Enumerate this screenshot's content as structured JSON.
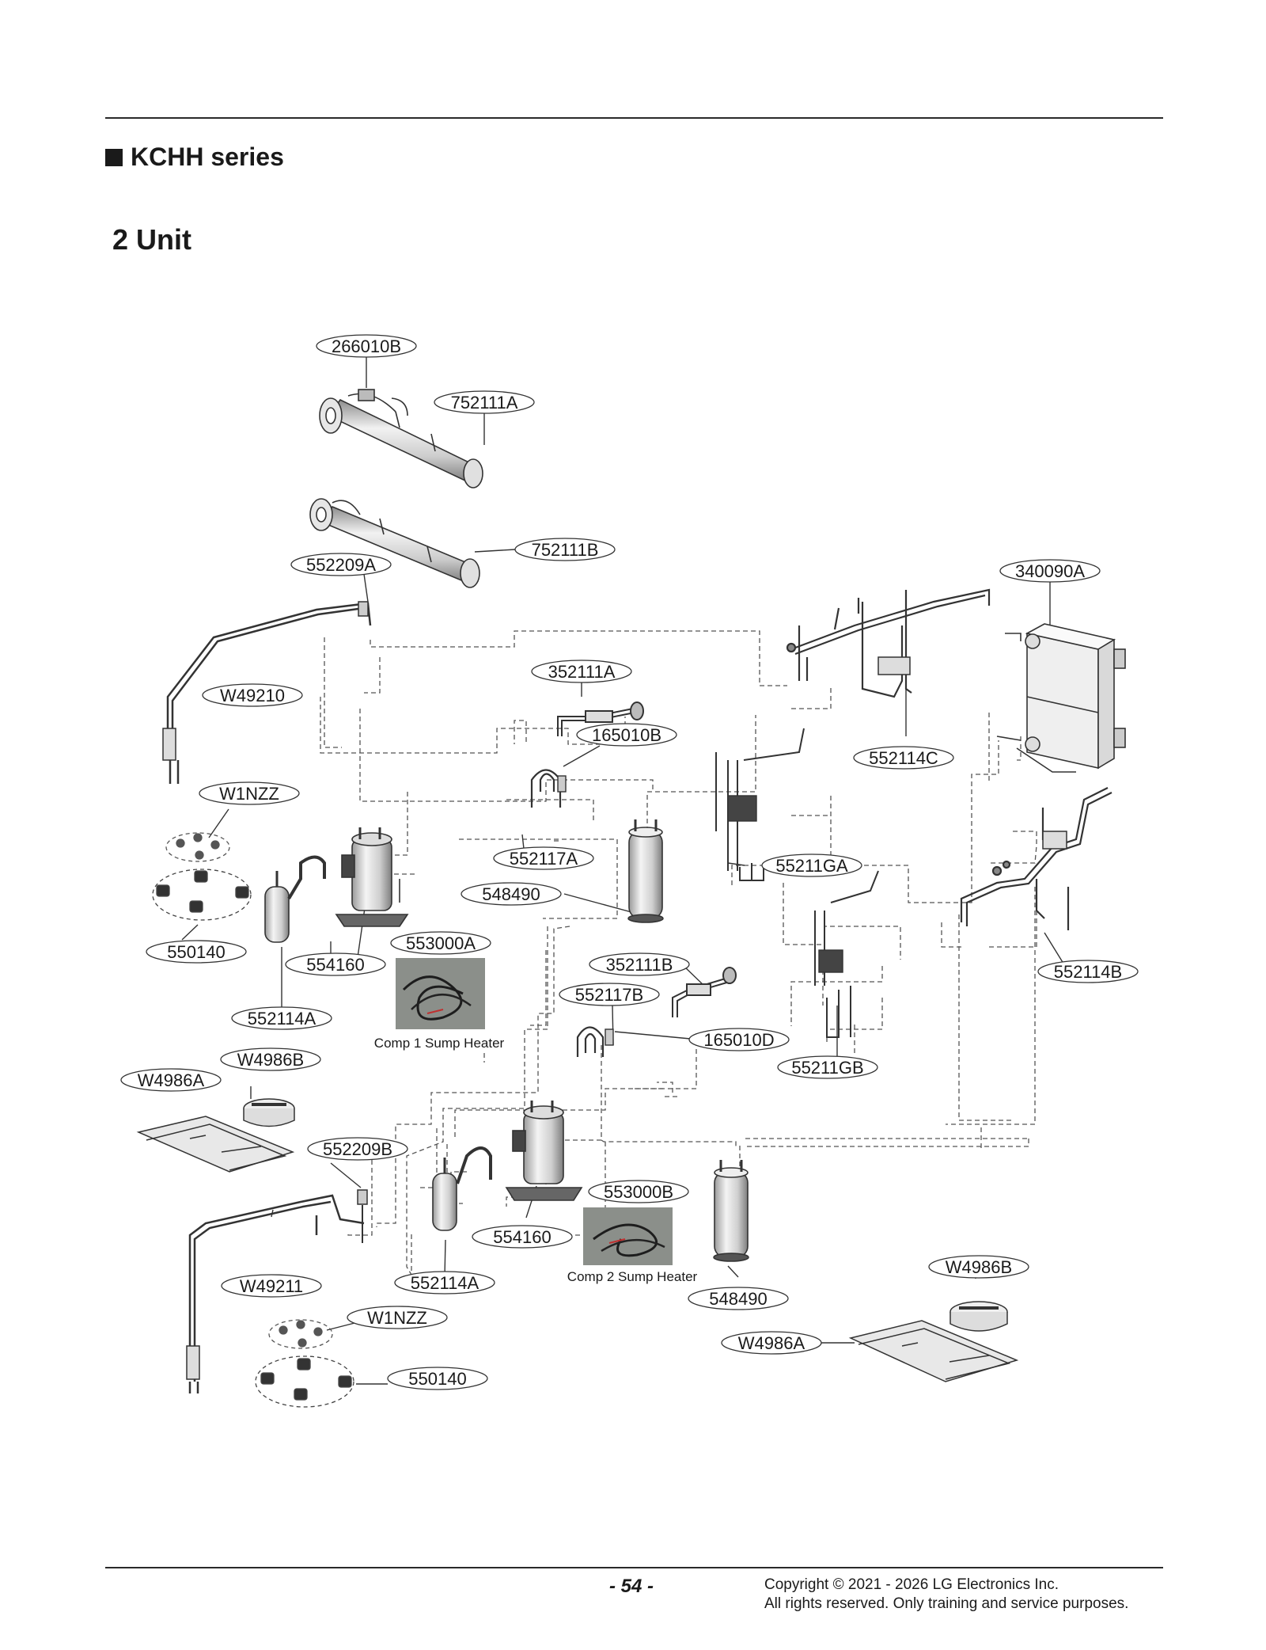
{
  "header": {
    "series_title": "KCHH series",
    "unit_title": "2 Unit"
  },
  "parts": {
    "p266010B": "266010B",
    "p752111A": "752111A",
    "p752111B": "752111B",
    "p552209A": "552209A",
    "p340090A": "340090A",
    "p352111A": "352111A",
    "pW49210": "W49210",
    "p165010B": "165010B",
    "p552114C": "552114C",
    "pW1NZZ_1": "W1NZZ",
    "p552117A": "552117A",
    "p55211GA": "55211GA",
    "p548490_1": "548490",
    "p550140_1": "550140",
    "p553000A": "553000A",
    "p554160_1": "554160",
    "p352111B": "352111B",
    "p552114B": "552114B",
    "p552117B": "552117B",
    "p552114A_1": "552114A",
    "p165010D": "165010D",
    "pW4986B_1": "W4986B",
    "p55211GB": "55211GB",
    "pW4986A_1": "W4986A",
    "p552209B": "552209B",
    "p553000B": "553000B",
    "p554160_2": "554160",
    "pW49211": "W49211",
    "p552114A_2": "552114A",
    "p548490_2": "548490",
    "pW4986B_2": "W4986B",
    "pW1NZZ_2": "W1NZZ",
    "pW4986A_2": "W4986A",
    "p550140_2": "550140"
  },
  "captions": {
    "comp1": "Comp 1 Sump Heater",
    "comp2": "Comp 2 Sump Heater"
  },
  "footer": {
    "page_number": "- 54 -",
    "copyright_line1": "Copyright © 2021 - 2026 LG Electronics Inc.",
    "copyright_line2": "All rights reserved. Only training and service purposes."
  }
}
